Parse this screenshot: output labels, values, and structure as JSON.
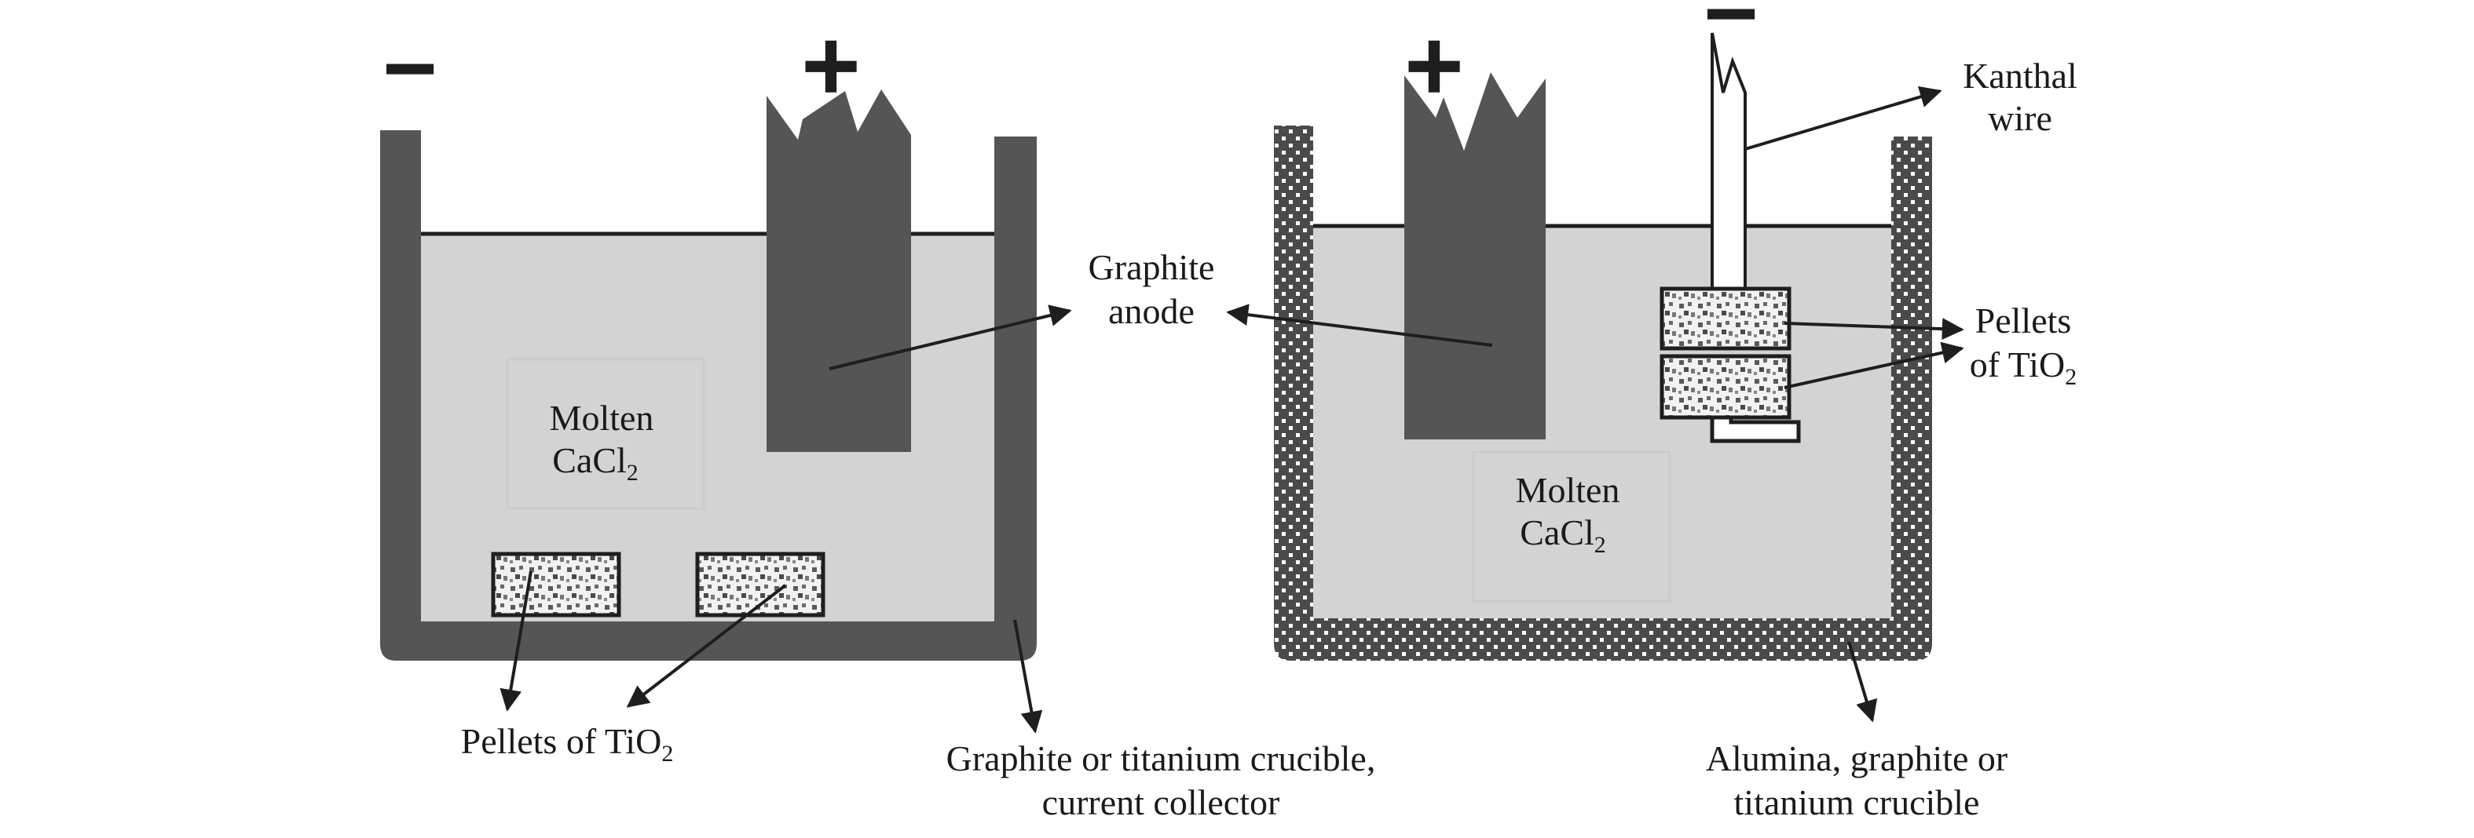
{
  "left_cell": {
    "minus_sign": "−",
    "plus_sign": "+",
    "molten": {
      "line1": "Molten",
      "line2_base": "CaCl",
      "line2_sub": "2"
    },
    "pellets_label": {
      "base": "Pellets of TiO",
      "sub": "2"
    },
    "crucible_label": {
      "line1": "Graphite or titanium crucible,",
      "line2": "current collector"
    }
  },
  "right_cell": {
    "minus_sign": "−",
    "plus_sign": "+",
    "kanthal_label": {
      "line1": "Kanthal",
      "line2": "wire"
    },
    "pellets_label": {
      "line1": "Pellets",
      "line2_base": "of TiO",
      "line2_sub": "2"
    },
    "molten": {
      "line1": "Molten",
      "line2_base": "CaCl",
      "line2_sub": "2"
    },
    "crucible_label": {
      "line1": "Alumina, graphite or",
      "line2": "titanium crucible"
    }
  },
  "shared": {
    "anode_label": {
      "line1": "Graphite",
      "line2": "anode"
    }
  },
  "colors": {
    "electrode": "#555555",
    "melt": "#d3d3d3",
    "ceramic_dots": "#ffffff",
    "outline": "#1e1e1e"
  }
}
